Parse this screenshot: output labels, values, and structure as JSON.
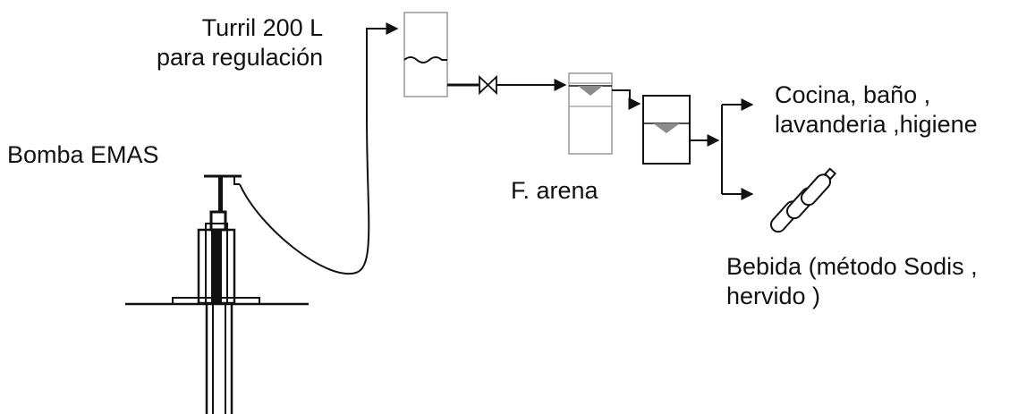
{
  "labels": {
    "pump": "Bomba EMAS",
    "tank_line1": "Turril 200 L",
    "tank_line2": "para regulación",
    "sand_filter": "F. arena",
    "uses_line1": "Cocina, baño ,",
    "uses_line2": "lavanderia ,higiene",
    "drinking_line1": "Bebida (método Sodis ,",
    "drinking_line2": "hervido )"
  },
  "colors": {
    "line": "#111111",
    "container_gray": "#aaaaaa",
    "water_fill": "#8c8c8c"
  },
  "icons": {
    "valve": "valve-icon",
    "bottles": "bottle-icon"
  }
}
